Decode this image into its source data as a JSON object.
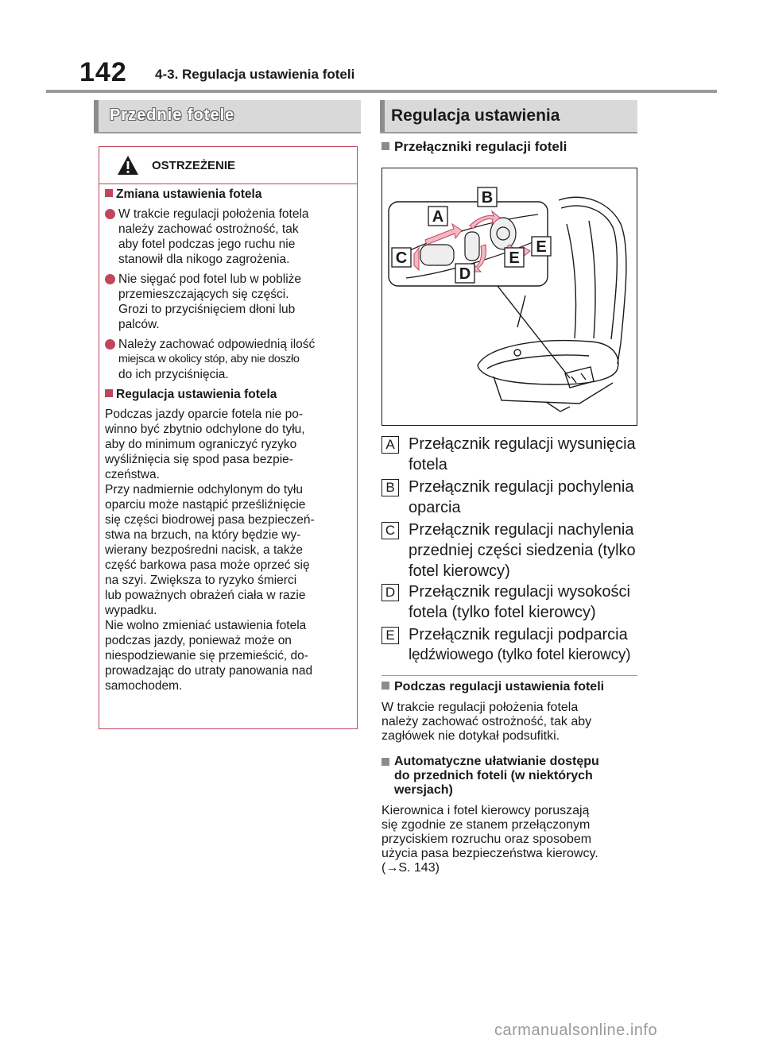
{
  "header": {
    "page_number": "142",
    "chapter": "4-3. Regulacja ustawienia foteli"
  },
  "left": {
    "section_title": "Przednie fotele",
    "warning": {
      "title": "OSTRZEŻENIE",
      "heading1": "Zmiana ustawienia fotela",
      "bullet1": [
        "W trakcie regulacji położenia fotela",
        "należy zachować ostrożność, tak",
        "aby fotel podczas jego ruchu nie",
        "stanowił dla nikogo zagrożenia."
      ],
      "bullet2": [
        "Nie sięgać pod fotel lub w pobliże",
        "przemieszczających się części.",
        "Grozi to przyciśnięciem dłoni lub",
        "palców."
      ],
      "bullet3": [
        "Należy zachować odpowiednią ilość",
        "miejsca w okolicy stóp, aby nie doszło",
        "do ich przyciśnięcia."
      ],
      "heading2": "Regulacja ustawienia fotela",
      "paragraph": [
        "Podczas jazdy oparcie fotela nie po-",
        "winno być zbytnio odchylone do tyłu,",
        "aby do minimum ograniczyć ryzyko",
        "wyśliźnięcia się spod pasa bezpie-",
        "czeństwa.",
        "Przy nadmiernie odchylonym do tyłu",
        "oparciu może nastąpić prześliźnięcie",
        "się części biodrowej pasa bezpieczeń-",
        "stwa na brzuch, na który będzie wy-",
        "wierany bezpośredni nacisk, a także",
        "część barkowa pasa może oprzeć się",
        "na szyi. Zwiększa to ryzyko śmierci",
        "lub poważnych obrażeń ciała w razie",
        "wypadku.",
        "Nie wolno zmieniać ustawienia fotela",
        "podczas jazdy, ponieważ może on",
        "niespodziewanie się przemieścić, do-",
        "prowadzając do utraty panowania nad",
        "samochodem."
      ]
    }
  },
  "right": {
    "section_title": "Regulacja ustawienia",
    "subheading": "Przełączniki regulacji foteli",
    "figure_labels": {
      "a": "A",
      "b": "B",
      "c": "C",
      "d": "D",
      "e1": "E",
      "e2": "E"
    },
    "legend": [
      {
        "letter": "A",
        "lines": [
          "Przełącznik regulacji wysunięcia",
          "fotela"
        ]
      },
      {
        "letter": "B",
        "lines": [
          "Przełącznik regulacji pochylenia",
          "oparcia"
        ]
      },
      {
        "letter": "C",
        "lines": [
          "Przełącznik regulacji nachylenia",
          "przedniej części siedzenia (tylko",
          "fotel kierowcy)"
        ]
      },
      {
        "letter": "D",
        "lines": [
          "Przełącznik regulacji wysokości",
          "fotela (tylko fotel kierowcy)"
        ]
      },
      {
        "letter": "E",
        "lines": [
          "Przełącznik regulacji podparcia",
          "lędźwiowego (tylko fotel kierowcy)"
        ]
      }
    ],
    "note1": {
      "heading": "Podczas regulacji ustawienia foteli",
      "lines": [
        "W trakcie regulacji położenia fotela",
        "należy zachować ostrożność, tak aby",
        "zagłówek nie dotykał podsufitki."
      ]
    },
    "note2": {
      "heading_lines": [
        "Automatyczne ułatwianie dostępu",
        "do przednich foteli (w niektórych",
        "wersjach)"
      ],
      "lines": [
        "Kierownica i fotel kierowcy poruszają",
        "się zgodnie ze stanem przełączonym",
        "przyciskiem rozruchu oraz sposobem",
        "użycia pasa bezpieczeństwa kierowcy.",
        "(→S. 143)"
      ]
    }
  },
  "footer": {
    "watermark": "carmanualsonline.info"
  },
  "colors": {
    "warning_accent": "#c2455e",
    "banner_gray": "#d9d9d9",
    "rule_gray": "#9a9a9a"
  }
}
